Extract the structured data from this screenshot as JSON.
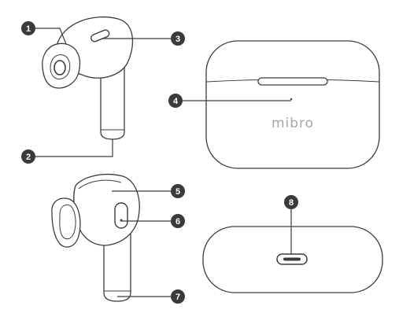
{
  "brand_logo": "mibro",
  "callouts": [
    {
      "id": "1",
      "part": "front-earbud-tip"
    },
    {
      "id": "2",
      "part": "front-earbud-stem-bottom"
    },
    {
      "id": "3",
      "part": "front-earbud-sensor"
    },
    {
      "id": "4",
      "part": "case-lid-front"
    },
    {
      "id": "5",
      "part": "side-earbud-body"
    },
    {
      "id": "6",
      "part": "side-earbud-sensor"
    },
    {
      "id": "7",
      "part": "side-earbud-stem-bottom"
    },
    {
      "id": "8",
      "part": "case-charging-port"
    }
  ],
  "colors": {
    "line": "#3c3c3c",
    "badge": "#3a3a3a",
    "logo": "#a6a6a6"
  }
}
